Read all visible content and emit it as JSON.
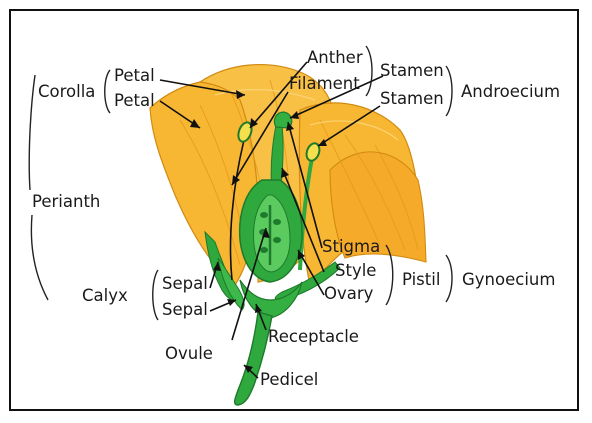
{
  "labels": {
    "anther": "Anther",
    "filament": "Filament",
    "stamen_1": "Stamen",
    "stamen_2": "Stamen",
    "androecium": "Androecium",
    "corolla": "Corolla",
    "petal_1": "Petal",
    "petal_2": "Petal",
    "perianth": "Perianth",
    "calyx": "Calyx",
    "sepal_1": "Sepal",
    "sepal_2": "Sepal",
    "stigma": "Stigma",
    "style": "Style",
    "ovary": "Ovary",
    "pistil": "Pistil",
    "gynoecium": "Gynoecium",
    "ovule": "Ovule",
    "receptacle": "Receptacle",
    "pedicel": "Pedicel"
  },
  "colors": {
    "petal_fill": "#f7b733",
    "petal_dark": "#e39a1a",
    "petal_vein": "#f9c85a",
    "green_light": "#3db84a",
    "green_dark": "#1e7a2c",
    "anther_fill": "#f4e04d",
    "frame": "#111111"
  }
}
